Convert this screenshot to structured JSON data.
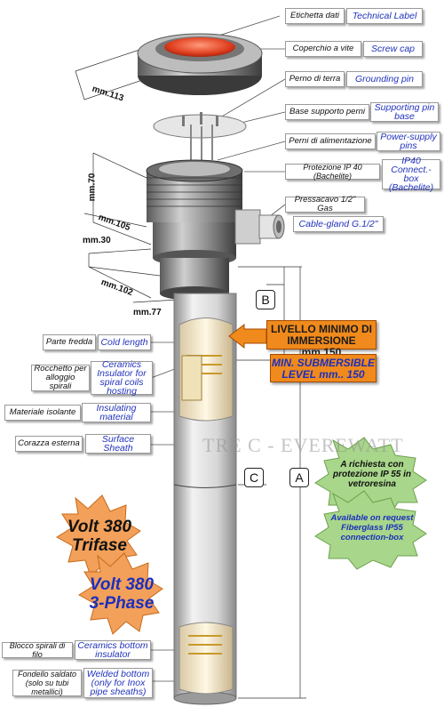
{
  "labels": {
    "technical_label_it": "Etichetta dati",
    "technical_label_en": "Technical Label",
    "screw_cap_it": "Coperchio a vite",
    "screw_cap_en": "Screw cap",
    "grounding_pin_it": "Perno di terra",
    "grounding_pin_en": "Grounding pin",
    "supporting_base_it": "Base supporto perni",
    "supporting_base_en": "Supporting pin base",
    "power_pins_it": "Perni di alimentazione",
    "power_pins_en": "Power-supply pins",
    "ip40_it": "Protezione IP 40 (Bachelite)",
    "ip40_en": "IP40 Connect.-box (Bachelite)",
    "cable_gland_it": "Pressacavo 1/2\" Gas",
    "cable_gland_en": "Cable-gland G.1/2\"",
    "cold_length_it": "Parte fredda",
    "cold_length_en": "Cold length",
    "spiral_hosting_it": "Rocchetto per alloggio spirali",
    "spiral_hosting_en": "Ceramics Insulator for spiral coils hosting",
    "insulating_it": "Materiale isolante",
    "insulating_en": "Insulating material",
    "sheath_it": "Corazza esterna",
    "sheath_en": "Surface Sheath",
    "bottom_insulator_it": "Blocco spirali di filo",
    "bottom_insulator_en": "Ceramics bottom insulator",
    "welded_bottom_it": "Fondello saldato (solo su tubi metallici)",
    "welded_bottom_en": "Welded bottom (only for Inox pipe sheaths)"
  },
  "callouts": {
    "min_level_it": "LIVELLO MINIMO DI IMMERSIONE mm.150",
    "min_level_en": "MIN. SUBMERSIBLE LEVEL mm.. 150",
    "ip55_it": "A richiesta con protezione IP 55 in vetroresina",
    "ip55_en": "Available on request Fiberglass IP55 connection-box",
    "volt_it_line1": "Volt 380",
    "volt_it_line2": "Trifase",
    "volt_en_line1": "Volt 380",
    "volt_en_line2": "3-Phase"
  },
  "dimensions": {
    "d113": "mm.113",
    "d70": "mm.70",
    "d105": "mm.105",
    "d30": "mm.30",
    "d102": "mm.102",
    "d77": "mm.77",
    "B": "B",
    "C": "C",
    "A": "A"
  },
  "watermark": "TRE C - EVEREWATT",
  "colors": {
    "orange": "#f08a1c",
    "green_star": "#a8d68a",
    "label_blue": "#2233bb",
    "cap_red": "#e04020"
  }
}
